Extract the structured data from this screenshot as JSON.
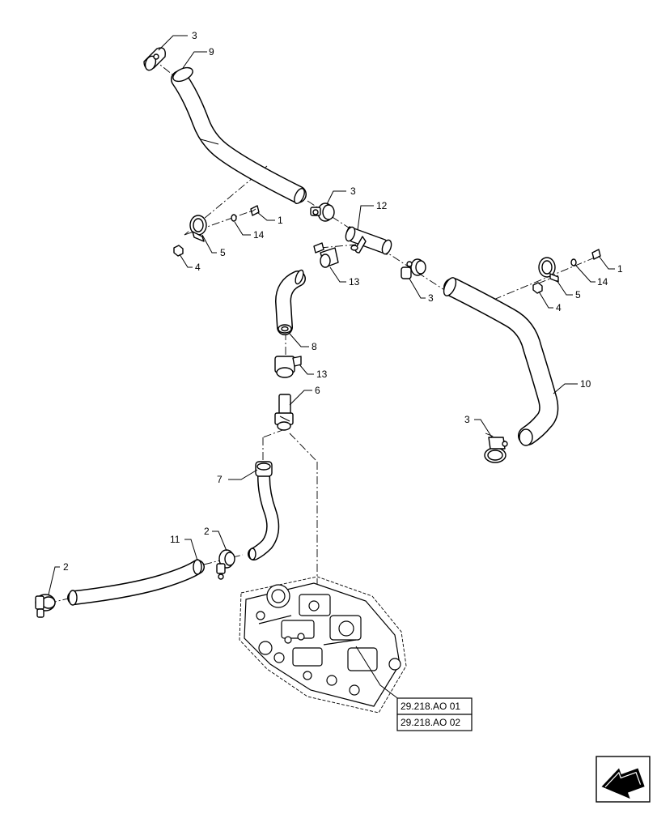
{
  "diagram": {
    "callouts": {
      "c1": "3",
      "c2": "9",
      "c3": "3",
      "c4": "12",
      "c5": "1",
      "c6": "14",
      "c7": "5",
      "c8": "4",
      "c9": "13",
      "c10": "3",
      "c11": "1",
      "c12": "14",
      "c13": "5",
      "c14": "4",
      "c15": "8",
      "c16": "13",
      "c17": "6",
      "c18": "10",
      "c19": "3",
      "c20": "7",
      "c21": "2",
      "c22": "11",
      "c23": "2"
    },
    "references": [
      "29.218.AO 01",
      "29.218.AO 02"
    ],
    "nav_icon": "next-page-arrow-icon"
  }
}
